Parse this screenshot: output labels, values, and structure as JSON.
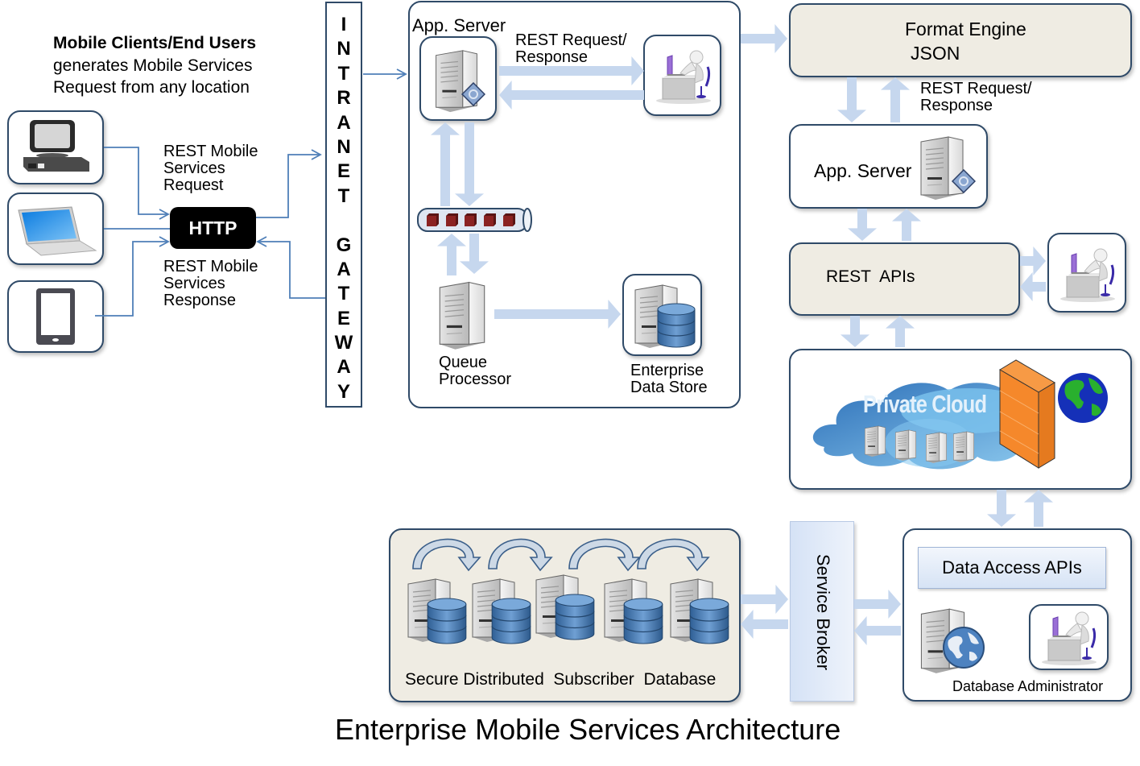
{
  "title": "Enterprise Mobile Services Architecture",
  "clients": {
    "heading_bold": "Mobile Clients/End Users",
    "heading_line2": "generates Mobile Services",
    "heading_line3": "Request from any location",
    "devices": [
      {
        "name": "desktop-computer",
        "icon": "desktop-icon"
      },
      {
        "name": "laptop",
        "icon": "laptop-icon"
      },
      {
        "name": "tablet",
        "icon": "tablet-icon"
      }
    ]
  },
  "http": {
    "label": "HTTP",
    "request_label": [
      "REST  Mobile",
      "Services",
      "Request"
    ],
    "response_label": [
      "REST Mobile",
      "Services",
      "Response"
    ]
  },
  "gateway": {
    "letters": [
      "I",
      "N",
      "T",
      "R",
      "A",
      "N",
      "E",
      "T",
      " ",
      "G",
      "A",
      "T",
      "E",
      "W",
      "A",
      "Y"
    ],
    "label": "INTRANET GATEWAY"
  },
  "app_cluster": {
    "app_server_label": "App. Server",
    "rest_label": [
      "REST Request/",
      "Response"
    ],
    "queue_items": 5,
    "queue_processor_label": [
      "Queue",
      "Processor"
    ],
    "data_store_label": [
      "Enterprise",
      "Data Store"
    ]
  },
  "format_engine": {
    "line1": "Format Engine",
    "line2": "JSON",
    "rest_label": [
      "REST Request/",
      "Response"
    ]
  },
  "app_server2": {
    "label": "App. Server"
  },
  "rest_apis": {
    "label": "REST  APIs"
  },
  "private_cloud": {
    "label": "Private Cloud",
    "servers": 4
  },
  "service_broker": {
    "label": "Service Broker"
  },
  "data_access": {
    "label": "Data Access APIs",
    "admin_label": "Database Administrator"
  },
  "subscriber_db": {
    "label": "Secure Distributed  Subscriber  Database",
    "nodes": 5
  },
  "colors": {
    "border": "#2f4a68",
    "beige": "#efece3",
    "arrow": "#c6d7ee",
    "thin_arrow": "#4f7fb8",
    "firewall": "#f5882b",
    "db_blue": "#3d6fa6"
  }
}
